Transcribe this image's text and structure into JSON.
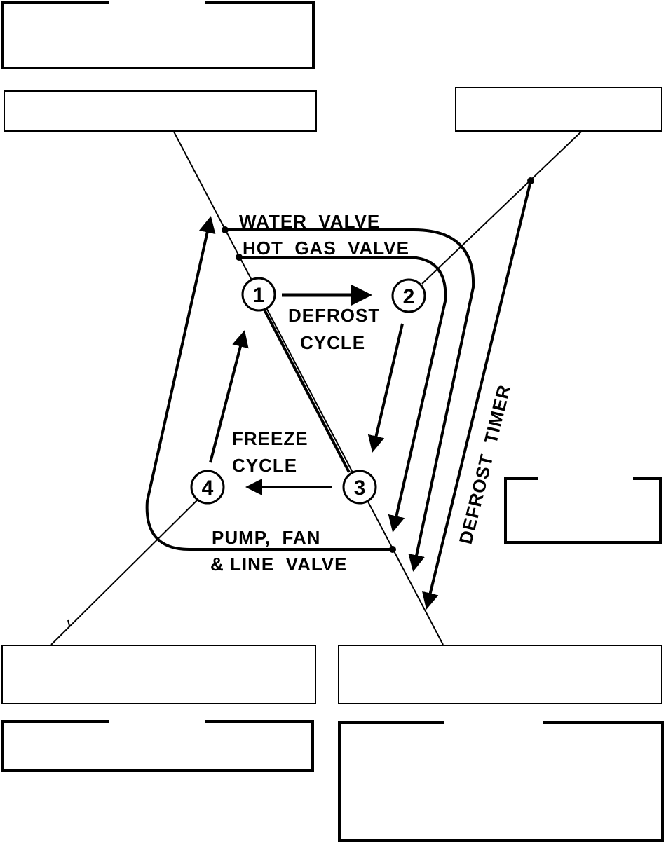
{
  "labels": {
    "water_valve": "WATER  VALVE",
    "hot_gas_valve": "HOT  GAS  VALVE",
    "defrost_cycle_line1": "DEFROST",
    "defrost_cycle_line2": "CYCLE",
    "freeze_cycle_line1": "FREEZE",
    "freeze_cycle_line2": "CYCLE",
    "pump_fan_line1": "PUMP,  FAN",
    "pump_fan_line2": "& LINE  VALVE",
    "defrost_timer": "DEFROST  TIMER"
  },
  "steps": {
    "s1": "1",
    "s2": "2",
    "s3": "3",
    "s4": "4"
  },
  "colors": {
    "ink": "#000000",
    "paper": "#ffffff"
  }
}
